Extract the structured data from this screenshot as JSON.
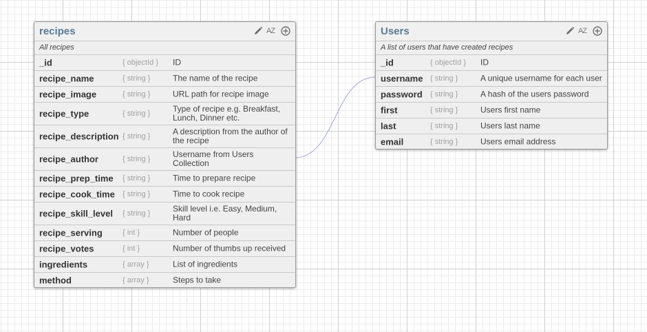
{
  "colors": {
    "title": "#5a7a92",
    "connector": "#9fa8d8"
  },
  "icons": [
    "pencil-icon",
    "sort-az-icon",
    "add-circle-icon"
  ],
  "tables": {
    "recipes": {
      "title": "recipes",
      "sort_label": "AZ",
      "description": "All recipes",
      "fields": [
        {
          "name": "_id",
          "type": "{ objectId }",
          "description": "ID"
        },
        {
          "name": "recipe_name",
          "type": "{ string }",
          "description": "The name of the recipe"
        },
        {
          "name": "recipe_image",
          "type": "{ string }",
          "description": "URL path for recipe image"
        },
        {
          "name": "recipe_type",
          "type": "{ string }",
          "description": "Type of recipe e.g. Breakfast, Lunch, Dinner etc."
        },
        {
          "name": "recipe_description",
          "type": "{ string }",
          "description": "A description from the author of the recipe"
        },
        {
          "name": "recipe_author",
          "type": "{ string }",
          "description": "Username from Users Collection"
        },
        {
          "name": "recipe_prep_time",
          "type": "{ string }",
          "description": "Time to prepare recipe"
        },
        {
          "name": "recipe_cook_time",
          "type": "{ string }",
          "description": "Time to cook recipe"
        },
        {
          "name": "recipe_skill_level",
          "type": "{ string }",
          "description": "Skill level i.e. Easy, Medium, Hard"
        },
        {
          "name": "recipe_serving",
          "type": "{ int }",
          "description": "Number of people"
        },
        {
          "name": "recipe_votes",
          "type": "{ int }",
          "description": "Number of thumbs up received"
        },
        {
          "name": "ingredients",
          "type": "{ array }",
          "description": "List of ingredients"
        },
        {
          "name": "method",
          "type": "{ array }",
          "description": "Steps to take"
        }
      ]
    },
    "users": {
      "title": "Users",
      "sort_label": "AZ",
      "description": "A list of users that have created recipes",
      "fields": [
        {
          "name": "_id",
          "type": "{ objectId }",
          "description": "ID"
        },
        {
          "name": "username",
          "type": "{ string }",
          "description": "A unique username for each user"
        },
        {
          "name": "password",
          "type": "{ string }",
          "description": "A hash of the users password"
        },
        {
          "name": "first",
          "type": "{ string }",
          "description": "Users first name"
        },
        {
          "name": "last",
          "type": "{ string }",
          "description": "Users last name"
        },
        {
          "name": "email",
          "type": "{ string }",
          "description": "Users email address"
        }
      ]
    }
  }
}
